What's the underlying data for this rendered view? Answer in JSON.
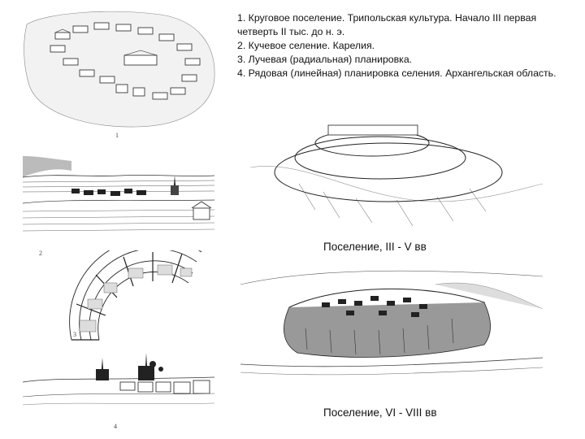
{
  "legend": [
    "1. Круговое поселение. Трипольская культура. Начало III первая четверть II тыс. до н. э.",
    "2. Кучевое селение. Карелия.",
    "3. Лучевая (радиальная) планировка.",
    "4. Рядовая (линейная) планировка селения. Архангельская область."
  ],
  "captions": {
    "settlement_3_5": "Поселение, III - V вв",
    "settlement_6_8": "Поселение, VI - VIII вв"
  },
  "figure_numbers": [
    "1",
    "2",
    "3",
    "4"
  ]
}
